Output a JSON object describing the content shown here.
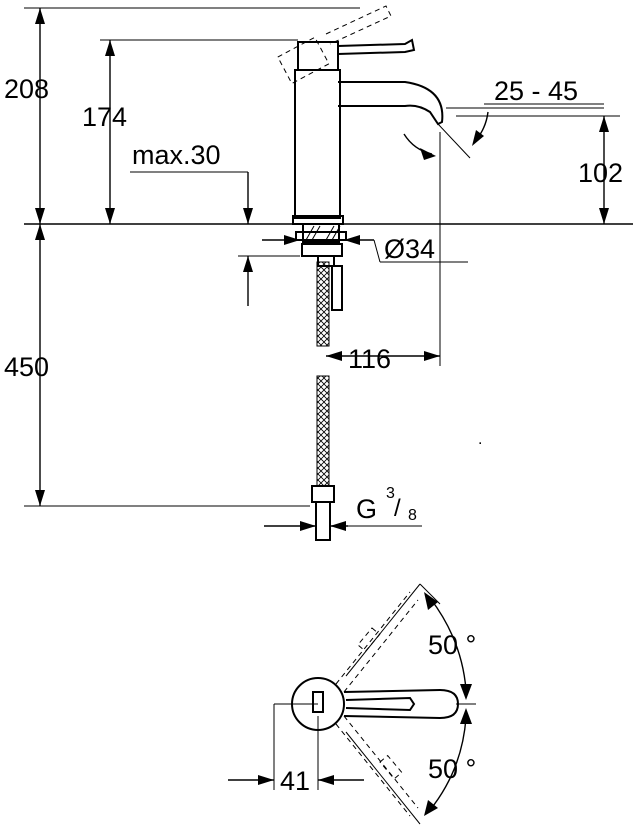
{
  "labels": {
    "height_total": "208",
    "height_spout": "174",
    "max_thickness": "max.30",
    "spout_angle": "25 - 45",
    "spout_clearance": "102",
    "hole_diameter": "Ø34",
    "projection": "116",
    "hose_length": "450",
    "thread_g": "G",
    "thread_num": "3",
    "thread_den": "8",
    "lever_angle_top": "50 °",
    "lever_angle_bottom": "50 °",
    "lever_offset": "41"
  }
}
